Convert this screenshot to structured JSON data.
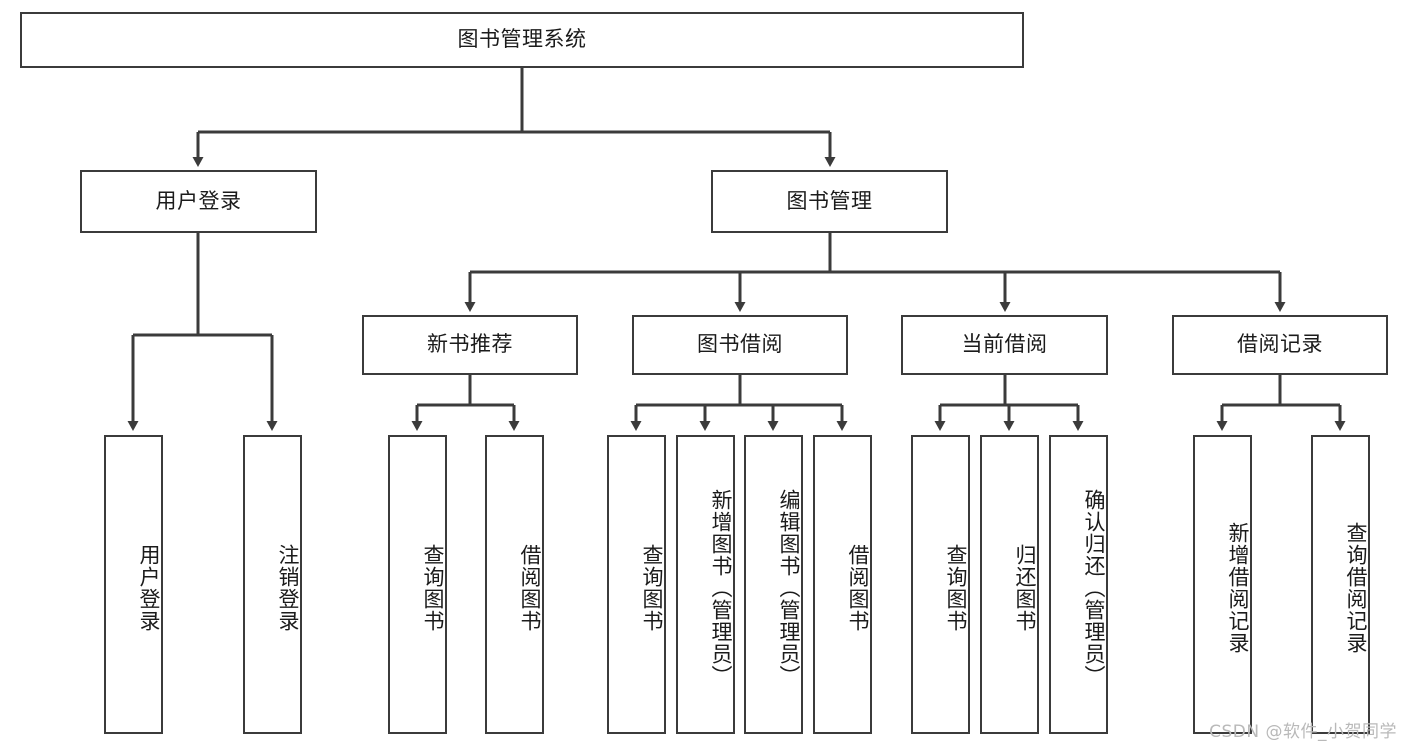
{
  "diagram": {
    "type": "tree",
    "title": "图书管理系统",
    "watermark": "CSDN @软件_小贺同学",
    "colors": {
      "box_border": "#3b3b3b",
      "box_fill": "#ffffff",
      "connector": "#3b3b3b",
      "text": "#1b1b1b",
      "watermark": "#b9b9b9",
      "background": "#ffffff"
    },
    "nodes": {
      "root": {
        "label": "图书管理系统"
      },
      "level2": [
        {
          "label": "用户登录"
        },
        {
          "label": "图书管理"
        }
      ],
      "level3": [
        {
          "label": "新书推荐"
        },
        {
          "label": "图书借阅"
        },
        {
          "label": "当前借阅"
        },
        {
          "label": "借阅记录"
        }
      ],
      "leaves": {
        "user_login": [
          {
            "label": "用户登录"
          },
          {
            "label": "注销登录"
          }
        ],
        "new_book": [
          {
            "label": "查询图书"
          },
          {
            "label": "借阅图书"
          }
        ],
        "book_borrow": [
          {
            "label": "查询图书"
          },
          {
            "label": "新增图书（管理员）"
          },
          {
            "label": "编辑图书（管理员）"
          },
          {
            "label": "借阅图书"
          }
        ],
        "current_borrow": [
          {
            "label": "查询图书"
          },
          {
            "label": "归还图书"
          },
          {
            "label": "确认归还（管理员）"
          }
        ],
        "borrow_record": [
          {
            "label": "新增借阅记录"
          },
          {
            "label": "查询借阅记录"
          }
        ]
      }
    }
  }
}
